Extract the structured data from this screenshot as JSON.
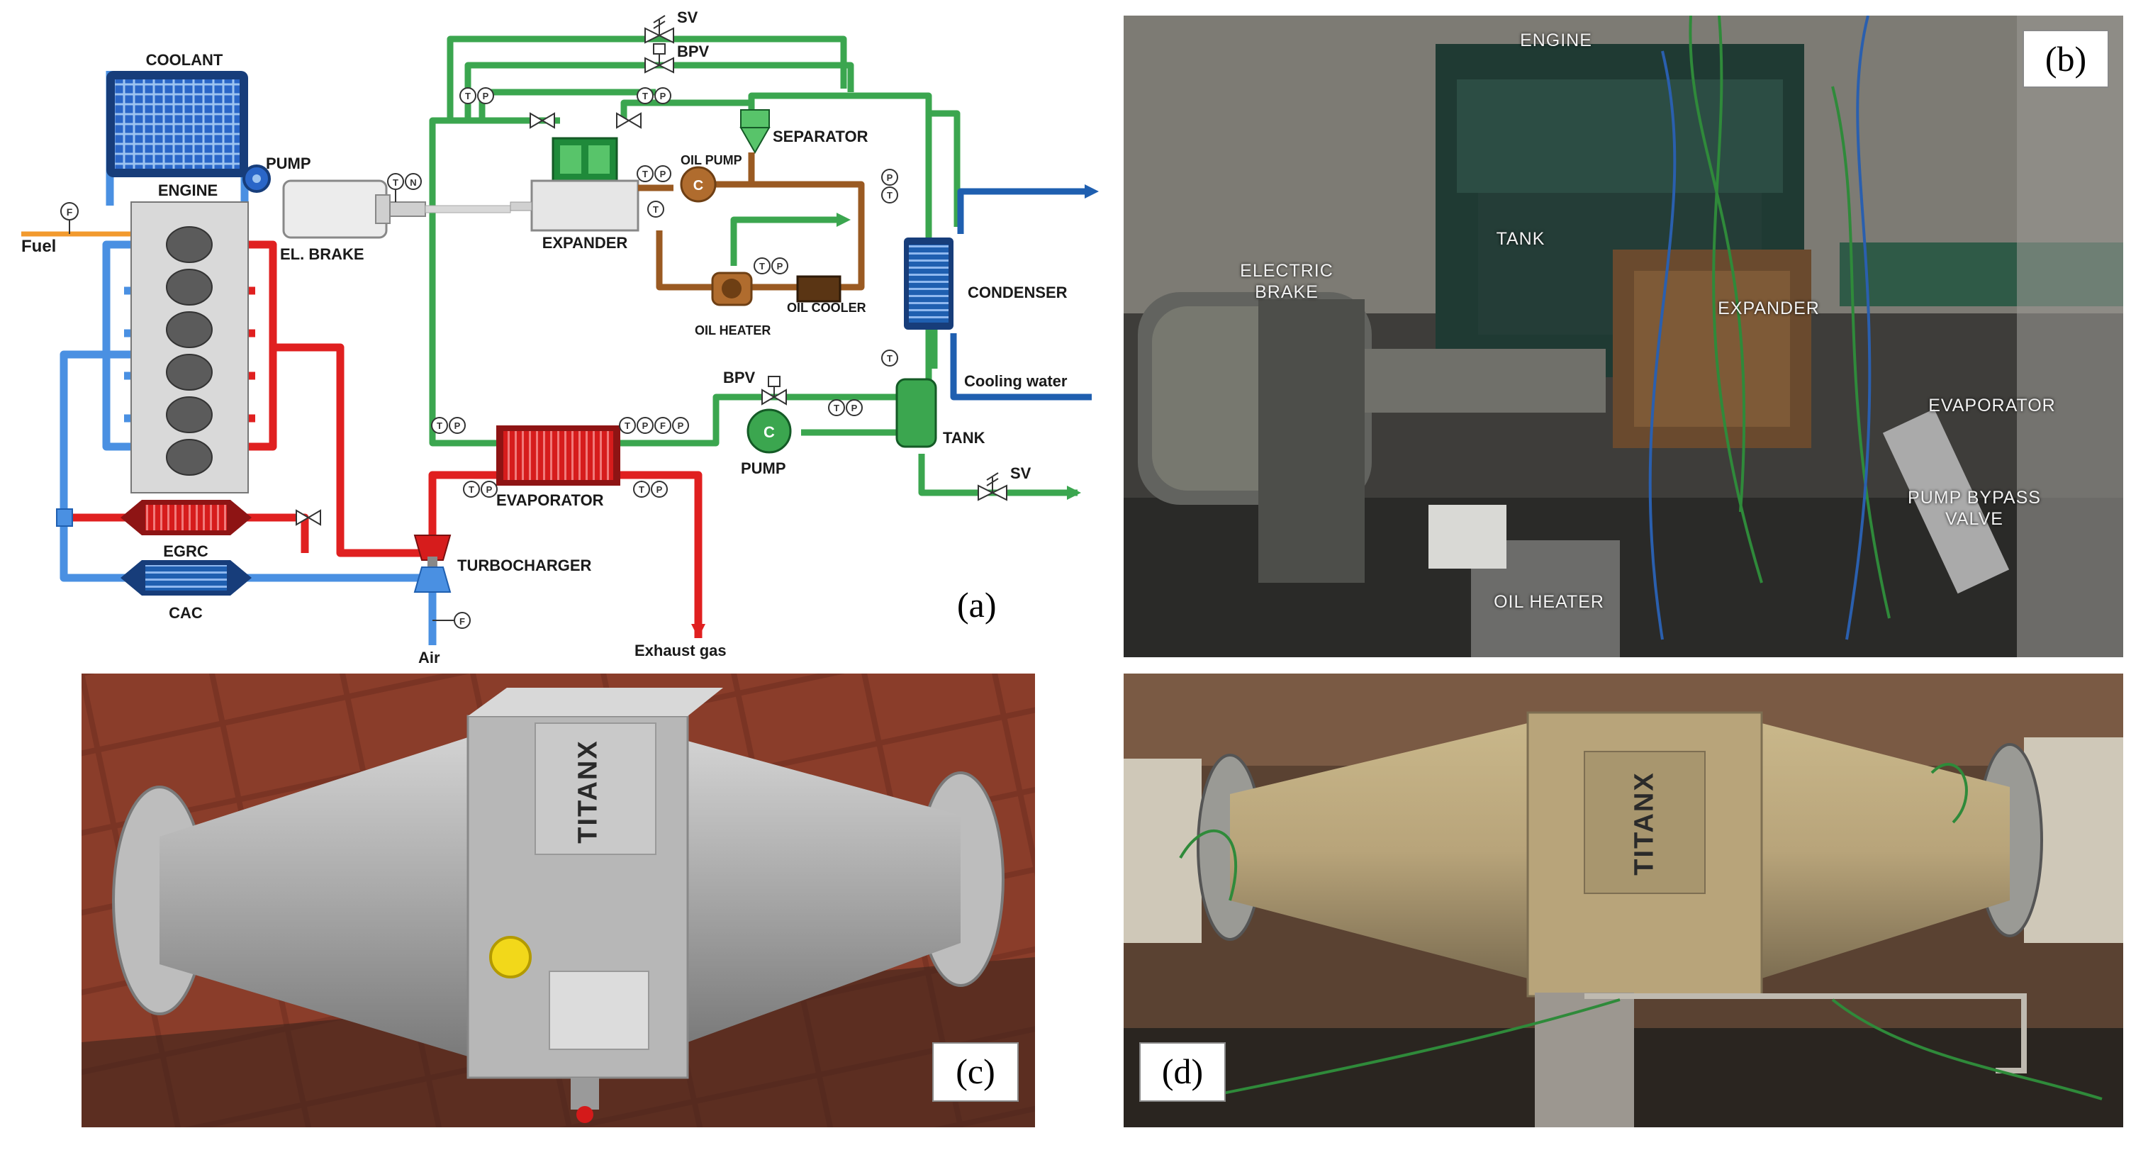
{
  "panel_a": {
    "letter": "(a)",
    "labels": {
      "coolant": "COOLANT",
      "pump_engine": "PUMP",
      "engine": "ENGINE",
      "fuel": "Fuel",
      "el_brake": "EL. BRAKE",
      "expander": "EXPANDER",
      "sv_top": "SV",
      "bpv_top": "BPV",
      "separator": "SEPARATOR",
      "oil_pump": "OIL PUMP",
      "oil_heater": "OIL HEATER",
      "oil_cooler": "OIL COOLER",
      "condenser": "CONDENSER",
      "cooling_water": "Cooling water",
      "bpv_pump": "BPV",
      "tank": "TANK",
      "pump": "PUMP",
      "sv_bottom": "SV",
      "evaporator": "EVAPORATOR",
      "egrc": "EGRC",
      "turbocharger": "TURBOCHARGER",
      "cac": "CAC",
      "air": "Air",
      "exhaust_gas": "Exhaust gas"
    },
    "sensor_letters": {
      "p": "P",
      "t": "T",
      "f": "F",
      "n": "N"
    },
    "colors": {
      "orc_loop": "#3ba64f",
      "exhaust": "#e02020",
      "coolant_air": "#4a90e2",
      "oil": "#9a5a22",
      "cooling_water": "#1f5fb0"
    }
  },
  "panel_b": {
    "letter": "(b)",
    "labels": {
      "engine": "ENGINE",
      "tank": "TANK",
      "electric_brake": "ELECTRIC\nBRAKE",
      "expander": "EXPANDER",
      "evaporator": "EVAPORATOR",
      "pump_bypass_valve": "PUMP BYPASS\nVALVE",
      "oil_heater": "OIL HEATER"
    }
  },
  "panel_c": {
    "letter": "(c)",
    "logo": "TITANX"
  },
  "panel_d": {
    "letter": "(d)",
    "logo": "TITANX"
  }
}
